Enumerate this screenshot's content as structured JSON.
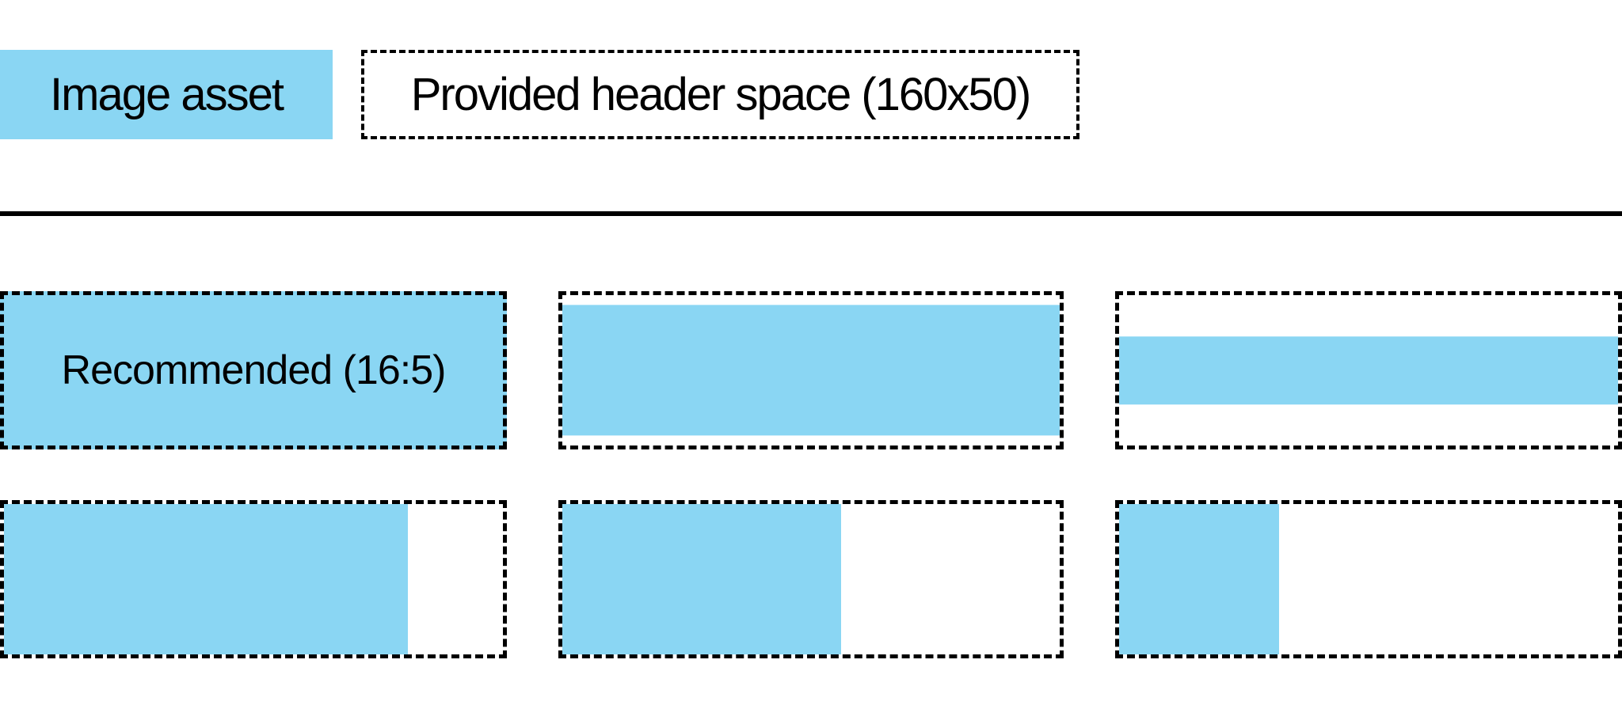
{
  "legend": {
    "image_asset_label": "Image asset",
    "header_space_label": "Provided header space (160x50)"
  },
  "examples": {
    "cells": [
      {
        "label": "Recommended (16:5)",
        "fill_width": "100%",
        "fill_height": "100%",
        "alignment": "full"
      },
      {
        "fill_width": "100%",
        "fill_height": "87%",
        "alignment": "center-vertical"
      },
      {
        "fill_width": "100%",
        "fill_height": "45%",
        "alignment": "center-vertical"
      },
      {
        "fill_width": "81%",
        "fill_height": "100%",
        "alignment": "left"
      },
      {
        "fill_width": "56%",
        "fill_height": "100%",
        "alignment": "left"
      },
      {
        "fill_width": "32%",
        "fill_height": "100%",
        "alignment": "left"
      }
    ]
  },
  "colors": {
    "asset_blue": "#8AD6F3",
    "line_black": "#000000",
    "background": "#FFFFFF"
  }
}
